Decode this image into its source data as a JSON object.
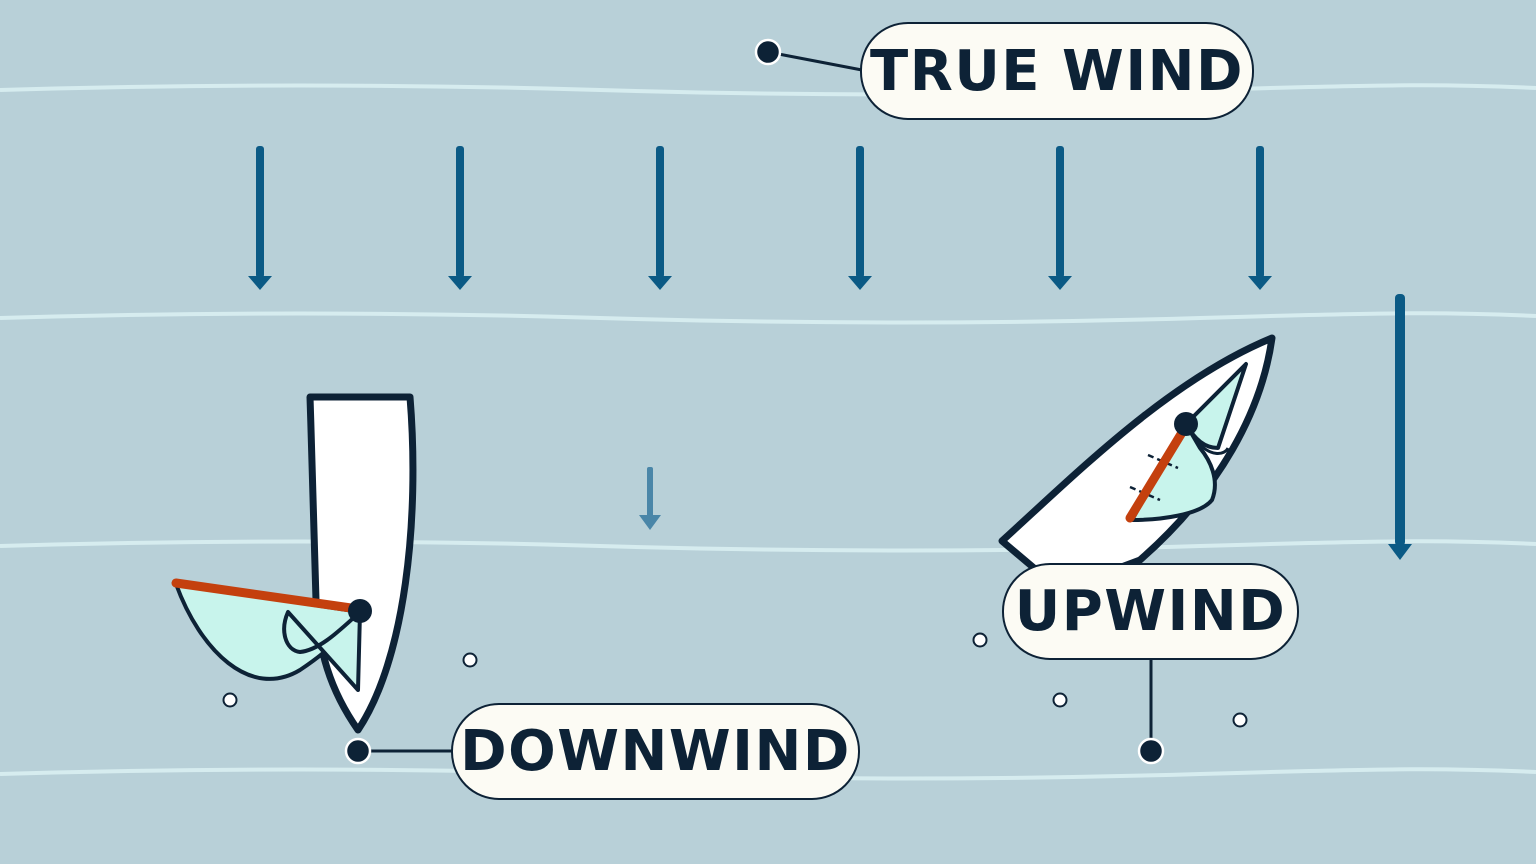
{
  "labels": {
    "true_wind": "TRUE WIND",
    "upwind": "UPWIND",
    "downwind": "DOWNWIND"
  },
  "colors": {
    "water": "#b8d0d8",
    "wave_line": "#d6ecef",
    "wind_arrow": "#0b5a85",
    "apparent_arrow": "#4a86a8",
    "outline": "#0d2236",
    "hull": "#ffffff",
    "sail": "#c8f4ec",
    "boom": "#c4400e",
    "label_bg": "#fcfbf4"
  },
  "icons": [
    "true-wind-arrow",
    "apparent-wind-arrow",
    "leader-dot",
    "bubble"
  ]
}
